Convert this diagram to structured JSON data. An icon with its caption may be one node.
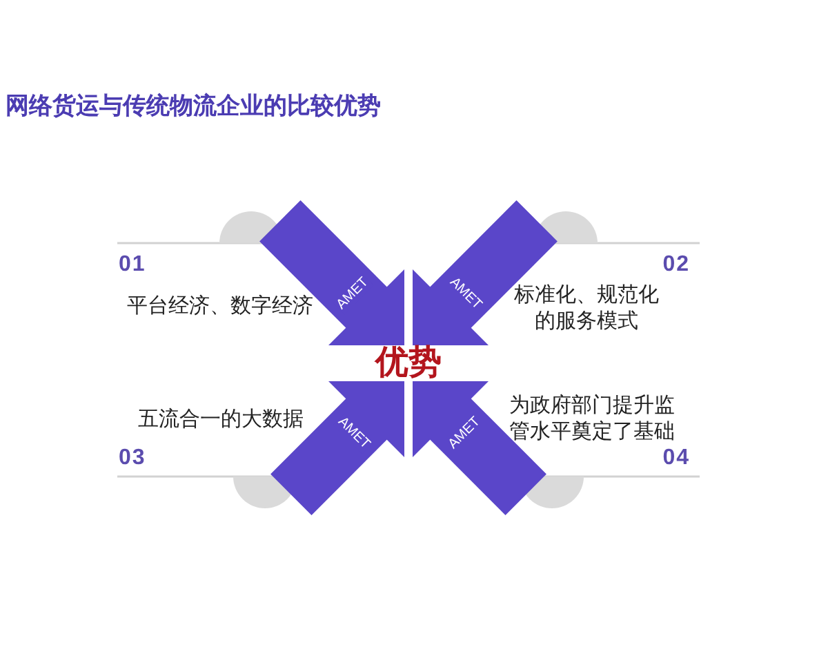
{
  "diagram": {
    "title": "网络货运与传统物流企业的比较优势",
    "nodes": [
      {
        "text": [],
        "shape": "semicircle"
      },
      {
        "text": [],
        "shape": "semicircle"
      },
      {
        "text": [
          "优势"
        ]
      },
      {
        "text": [],
        "shape": "semicircle"
      },
      {
        "text": [],
        "shape": "semicircle"
      }
    ],
    "edges": [
      {
        "from": 0,
        "to": 2,
        "arrow": "to",
        "label": "AMET"
      },
      {
        "from": 1,
        "to": 2,
        "arrow": "to",
        "label": "AMET"
      },
      {
        "from": 3,
        "to": 2,
        "arrow": "to",
        "label": "AMET"
      },
      {
        "from": 4,
        "to": 2,
        "arrow": "to",
        "label": "AMET"
      }
    ],
    "labels": [
      "01",
      "02",
      "平台经济、数字经济",
      "标准化、规范化的服务模式",
      "五流合一的大数据",
      "为政府部门提升监管水平奠定了基础",
      "03",
      "04"
    ]
  }
}
